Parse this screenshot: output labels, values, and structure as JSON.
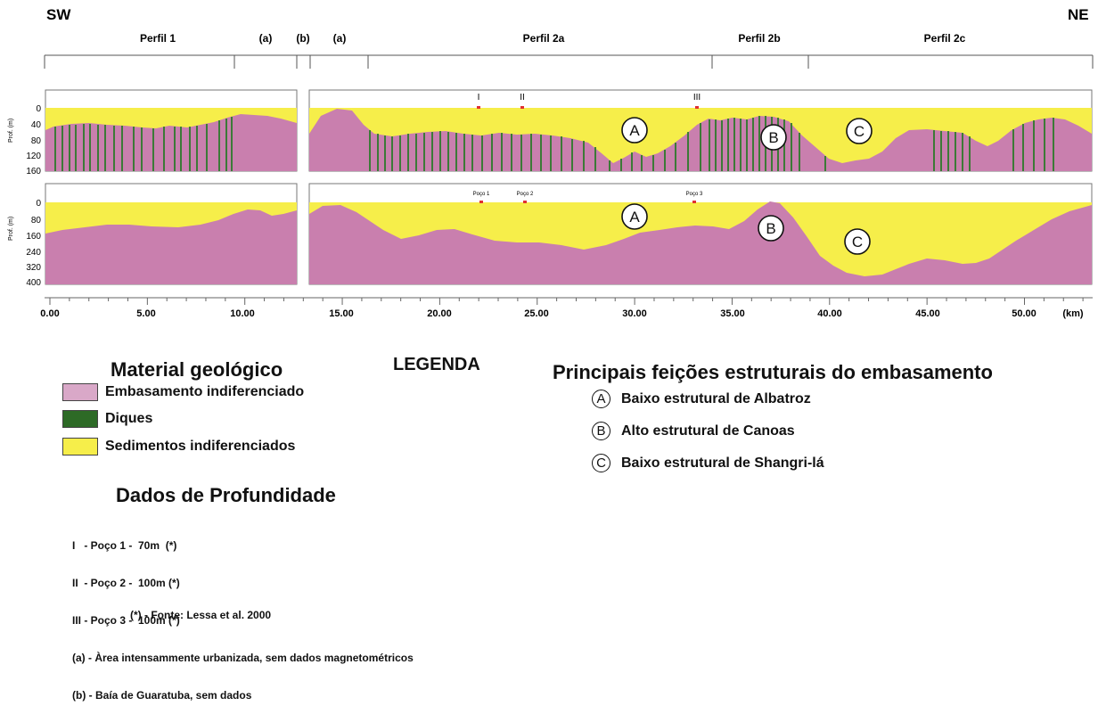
{
  "orientation": {
    "left": "SW",
    "right": "NE"
  },
  "profiles": [
    "Perfil 1",
    "(a)",
    "(b)",
    "(a)",
    "Perfil 2a",
    "Perfil 2b",
    "Perfil 2c"
  ],
  "y_label": "Prof. (m)",
  "top_ticks": [
    "0",
    "40",
    "80",
    "120",
    "160"
  ],
  "bottom_ticks": [
    "0",
    "80",
    "160",
    "240",
    "320",
    "400"
  ],
  "well_marks_top": [
    "I",
    "II",
    "III"
  ],
  "well_marks_bottom": [
    "Poço 1",
    "Poço 2",
    "Poço 3"
  ],
  "x_ticks": [
    "0.00",
    "5.00",
    "10.00",
    "15.00",
    "20.00",
    "25.00",
    "30.00",
    "35.00",
    "40.00",
    "45.00",
    "50.00"
  ],
  "x_unit": "(km)",
  "features": [
    "A",
    "B",
    "C"
  ],
  "colors": {
    "basement": "#c97fae",
    "dikes": "#2d7a2a",
    "sediments": "#f6ee4a"
  },
  "legend": {
    "title": "LEGENDA",
    "material_title": "Material geológico",
    "materials": [
      "Embasamento indiferenciado",
      "Diques",
      "Sedimentos indiferenciados"
    ],
    "struct_title": "Principais feições estruturais do embasamento",
    "structures": [
      {
        "letter": "A",
        "label": "Baixo estrutural de Albatroz"
      },
      {
        "letter": "B",
        "label": "Alto estrutural de Canoas"
      },
      {
        "letter": "C",
        "label": "Baixo estrutural de Shangri-lá"
      }
    ],
    "depth_title": "Dados de Profundidade",
    "depth_lines": [
      "I   - Poço 1 -  70m  (*)",
      "II  - Poço 2 -  100m (*)",
      "III - Poço 3 -  100m (*)",
      "(a) - Àrea intensammente urbanizada, sem dados magnetométricos",
      "(b) - Baía de Guaratuba, sem dados"
    ],
    "source": "(*) - Fonte: Lessa et al. 2000"
  }
}
